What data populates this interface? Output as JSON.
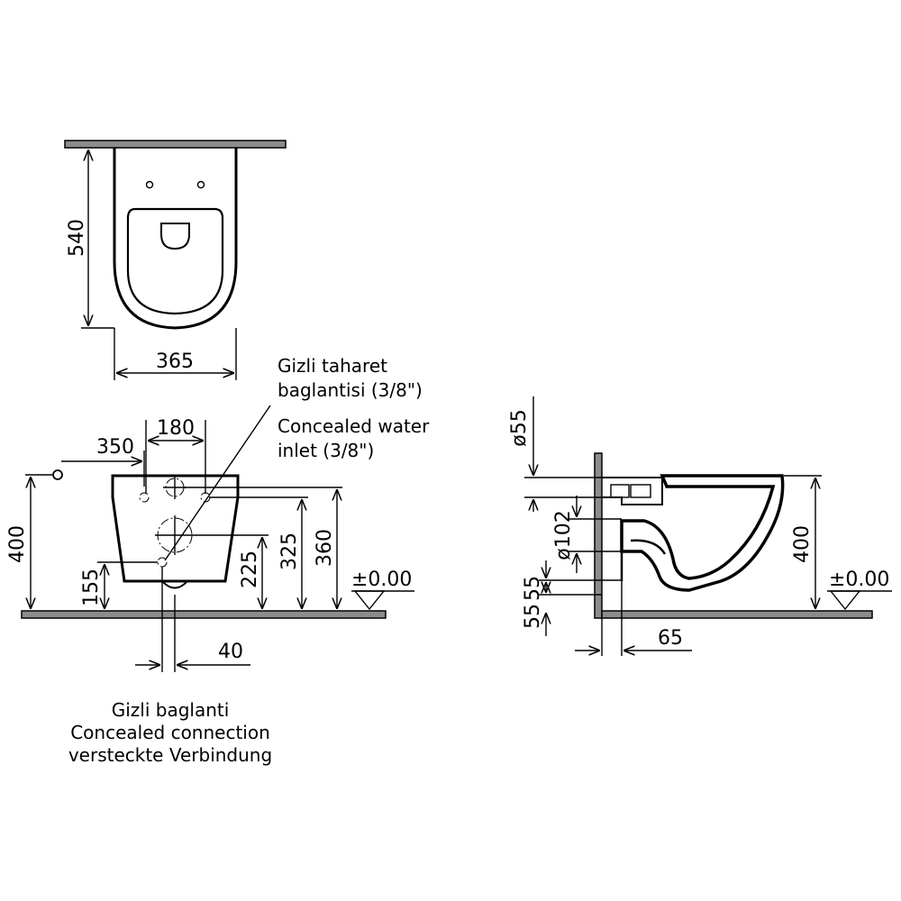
{
  "top_view": {
    "dim_depth": "540",
    "dim_width": "365"
  },
  "front_view": {
    "dim_350": "350",
    "dim_180": "180",
    "dim_400": "400",
    "dim_155": "155",
    "dim_225": "225",
    "dim_325": "325",
    "dim_360": "360",
    "dim_40": "40",
    "level": "±0.00"
  },
  "water_inlet_note": {
    "tr_line1": "Gizli taharet",
    "tr_line2": "baglantisi (3/8\")",
    "en_line1": "Concealed water",
    "en_line2": "inlet (3/8\")"
  },
  "connection_note": {
    "tr": "Gizli baglanti",
    "en": "Concealed connection",
    "de": "versteckte Verbindung"
  },
  "side_view": {
    "dim_d55": "ø55",
    "dim_d102": "ø102",
    "dim_55": "55",
    "dim_55b": "55",
    "dim_400": "400",
    "dim_65": "65",
    "level": "±0.00"
  }
}
